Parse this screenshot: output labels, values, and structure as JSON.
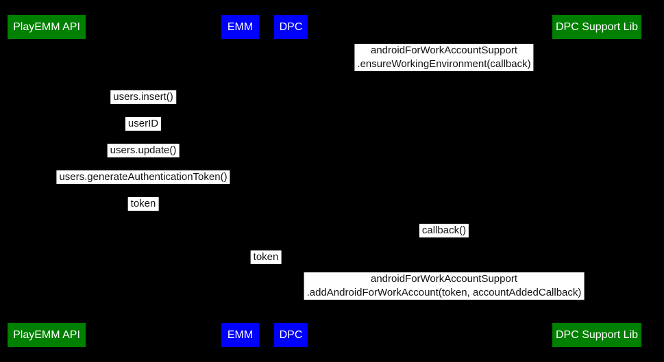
{
  "diagram": {
    "type": "sequence-diagram",
    "description": "Android for Work account provisioning flow"
  },
  "colors": {
    "page_bg": "#000000",
    "actor_green": "#008000",
    "actor_blue": "#0000ff",
    "actor_text": "#ffffff",
    "label_bg": "#ffffff",
    "label_text": "#111111"
  },
  "actors": {
    "playemm": "PlayEMM API",
    "emm": "EMM",
    "dpc": "DPC",
    "dpclib": "DPC Support Lib"
  },
  "messages": {
    "m1_line1": "androidForWorkAccountSupport",
    "m1_line2": ".ensureWorkingEnvironment(callback)",
    "m2": "users.insert()",
    "m3": "userID",
    "m4": "users.update()",
    "m5": "users.generateAuthenticationToken()",
    "m6": "token",
    "m7": "callback()",
    "m8": "token",
    "m9_line1": "androidForWorkAccountSupport",
    "m9_line2": ".addAndroidForWorkAccount(token, accountAddedCallback)"
  }
}
